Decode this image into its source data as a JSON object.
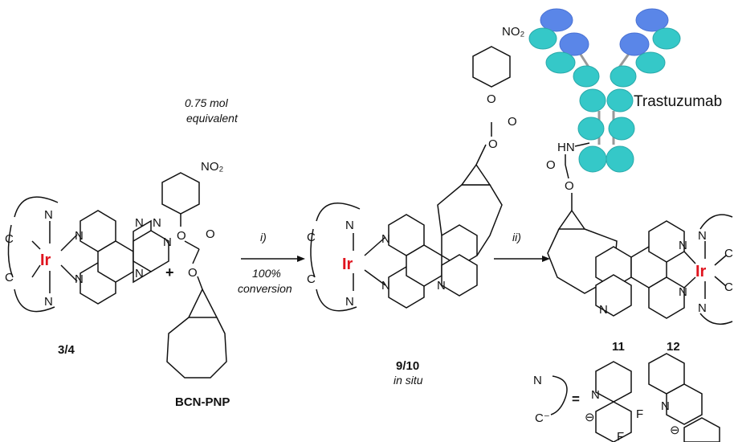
{
  "compounds": {
    "start": "3/4",
    "reagent": "BCN-PNP",
    "intermediate": "9/10",
    "intermediate_note": "in situ",
    "product_a": "11",
    "product_b": "12"
  },
  "reagent_amount": [
    "0.75 mol",
    "equivalent"
  ],
  "steps": {
    "step1": "i)",
    "step1_result": [
      "100%",
      "conversion"
    ],
    "step2": "ii)"
  },
  "antibody": "Trastuzumab",
  "atoms": {
    "metal": "Ir",
    "n": "N",
    "c": "C",
    "c_minus": "C⁻",
    "f": "F",
    "o": "O",
    "hn": "HN",
    "no2": "NO₂",
    "plus": "+",
    "equals": "=",
    "anion": "⊖"
  },
  "colors": {
    "iridium": "#e0141e",
    "antibody_light": "#35c8c8",
    "antibody_dark": "#5a86e8",
    "hinge": "#999999"
  }
}
